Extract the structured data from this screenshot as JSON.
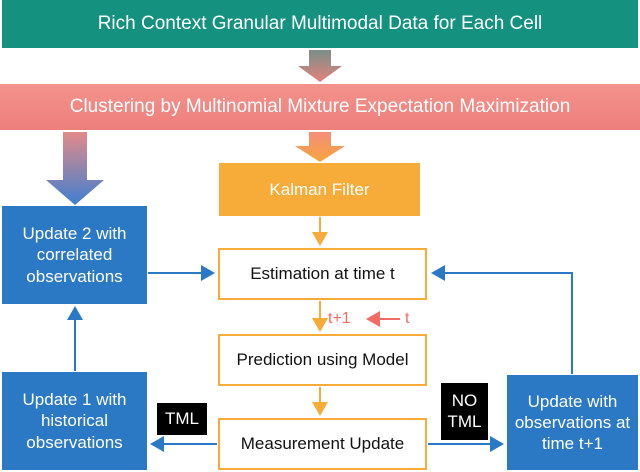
{
  "top_bar": "Rich Context Granular Multimodal Data for Each Cell",
  "cluster_bar": "Clustering by Multinomial Mixture Expectation Maximization",
  "kalman": "Kalman Filter",
  "estimation": "Estimation at time t",
  "prediction": "Prediction using Model",
  "measurement": "Measurement Update",
  "update2": "Update 2 with correlated observations",
  "update1": "Update 1 with historical observations",
  "update_t1": "Update with observations at time t+1",
  "tml_tag": "TML",
  "no_tml_tag": "NO TML",
  "time_next": "t+1",
  "time_now": "t",
  "colors": {
    "teal": "#14917f",
    "salmon": "#ee7e7b",
    "orange": "#f7ab38",
    "blue": "#2b78c5",
    "red": "#f26b64"
  }
}
